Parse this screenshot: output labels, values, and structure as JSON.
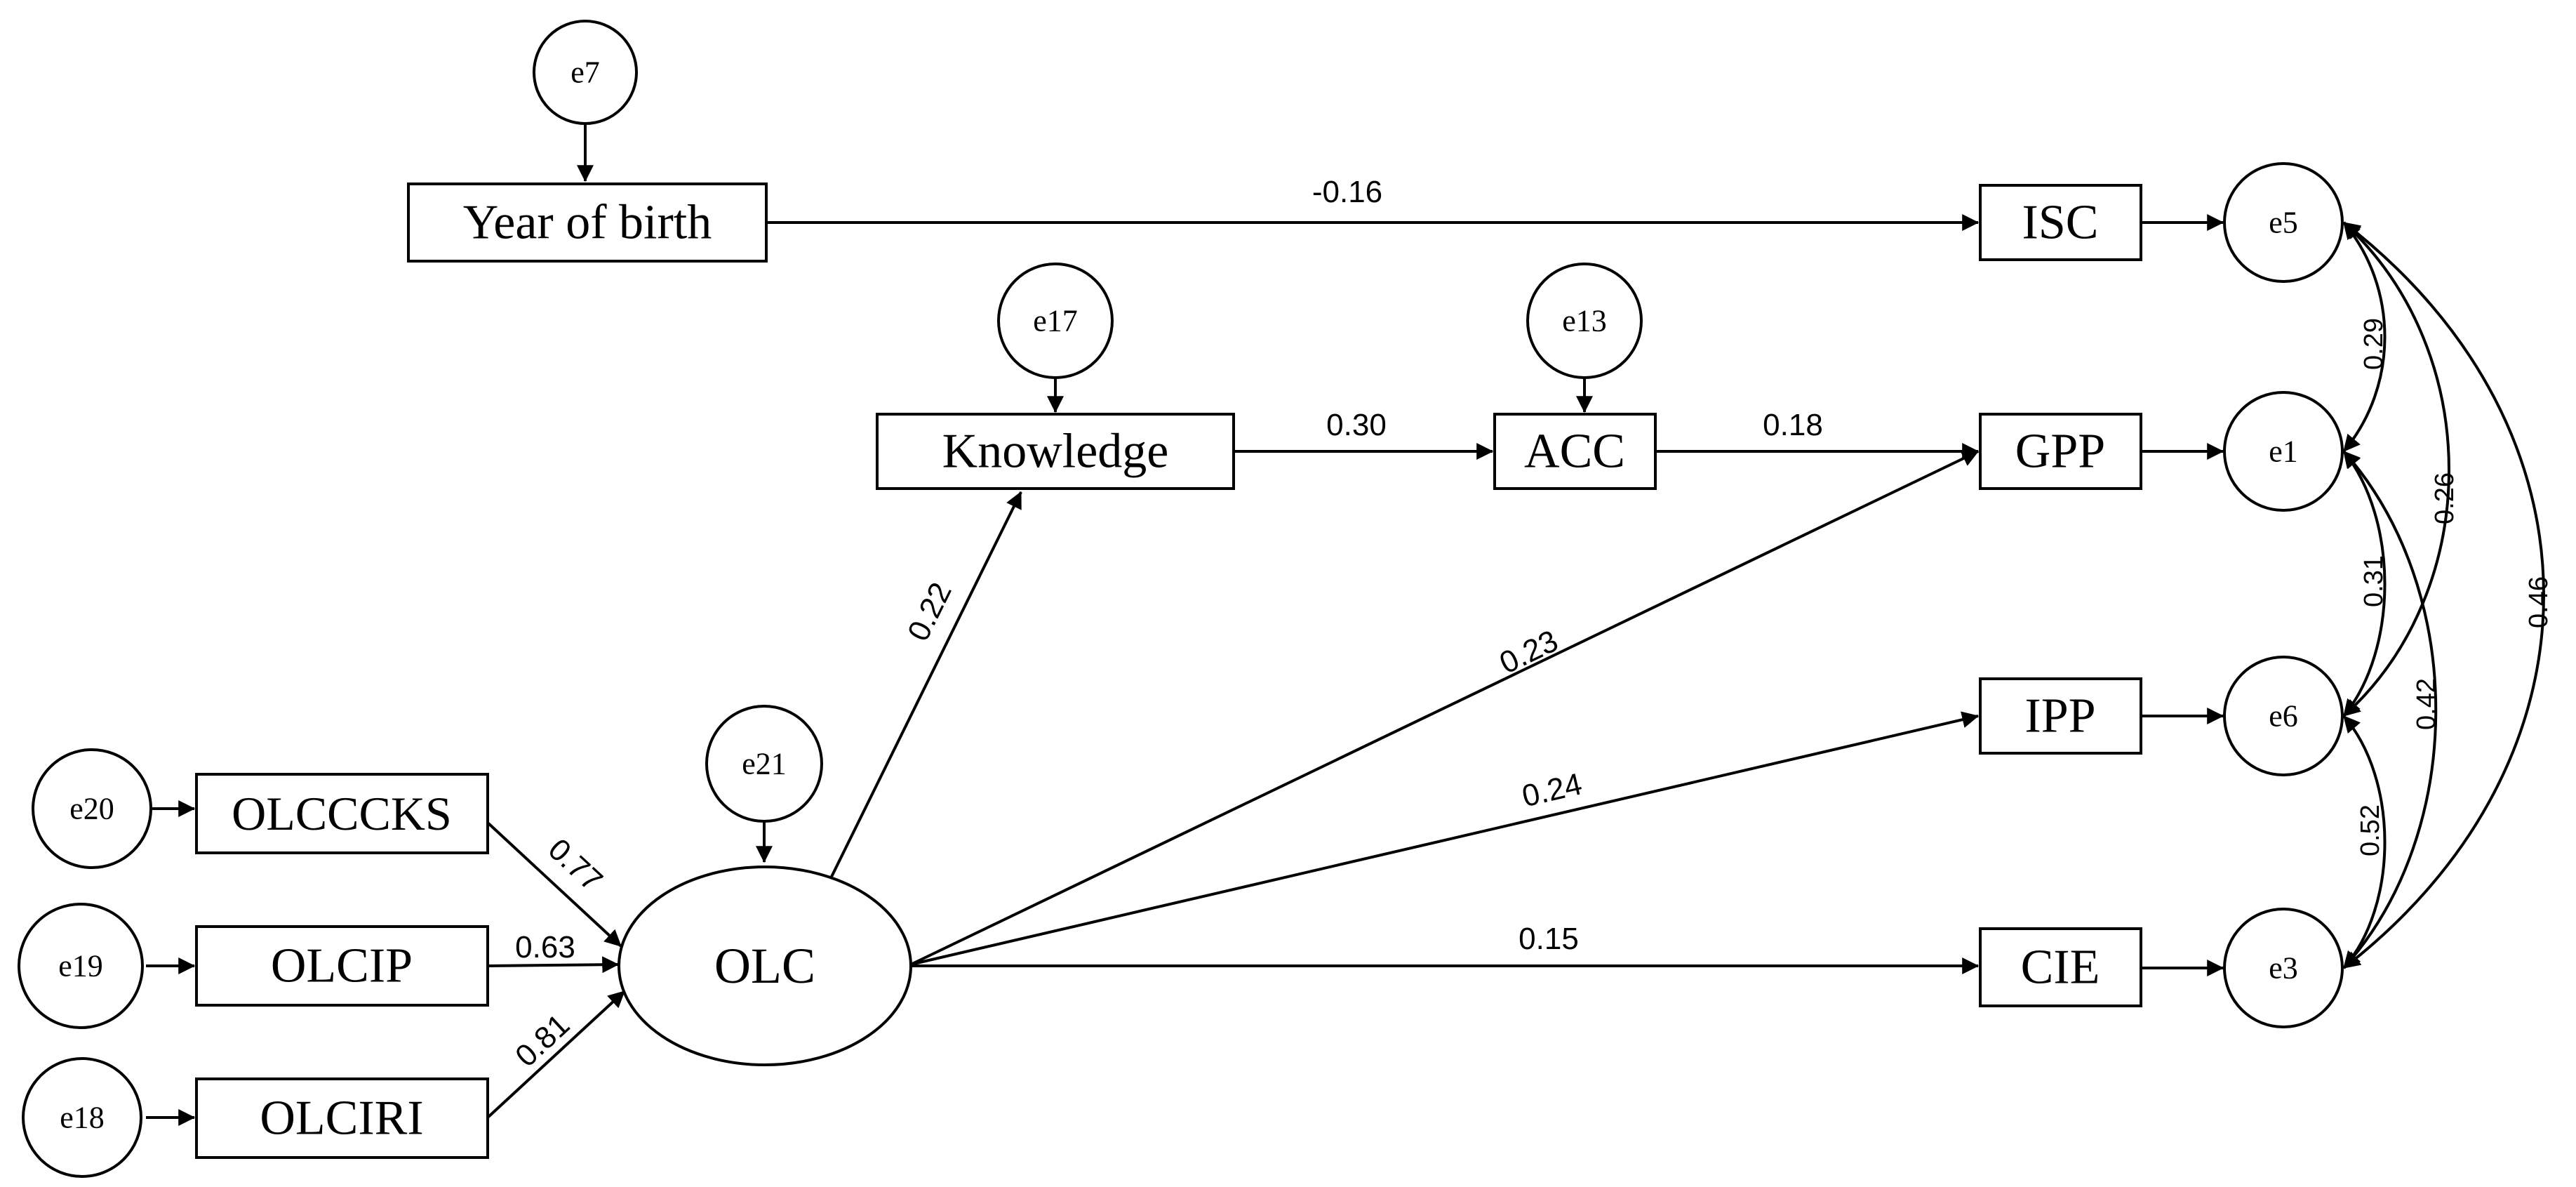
{
  "observed": {
    "year_of_birth": "Year of birth",
    "knowledge": "Knowledge",
    "acc": "ACC",
    "isc": "ISC",
    "gpp": "GPP",
    "ipp": "IPP",
    "cie": "CIE",
    "olcccks": "OLCCCKS",
    "olcip": "OLCIP",
    "olciri": "OLCIRI"
  },
  "latent": {
    "olc": "OLC"
  },
  "errors": {
    "e7": "e7",
    "e17": "e17",
    "e13": "e13",
    "e21": "e21",
    "e20": "e20",
    "e19": "e19",
    "e18": "e18",
    "e5": "e5",
    "e1": "e1",
    "e6": "e6",
    "e3": "e3"
  },
  "paths": {
    "year_isc": "-0.16",
    "knowledge_acc": "0.30",
    "acc_gpp": "0.18",
    "olc_knowledge": "0.22",
    "olc_gpp": "0.23",
    "olc_ipp": "0.24",
    "olc_cie": "0.15",
    "olcccks_olc": "0.77",
    "olcip_olc": "0.63",
    "olciri_olc": "0.81"
  },
  "covariances": {
    "e5_e1": "0.29",
    "e5_e6": "0.26",
    "e1_e6": "0.31",
    "e1_e3": "0.42",
    "e5_e3": "0.46",
    "e6_e3": "0.52"
  }
}
